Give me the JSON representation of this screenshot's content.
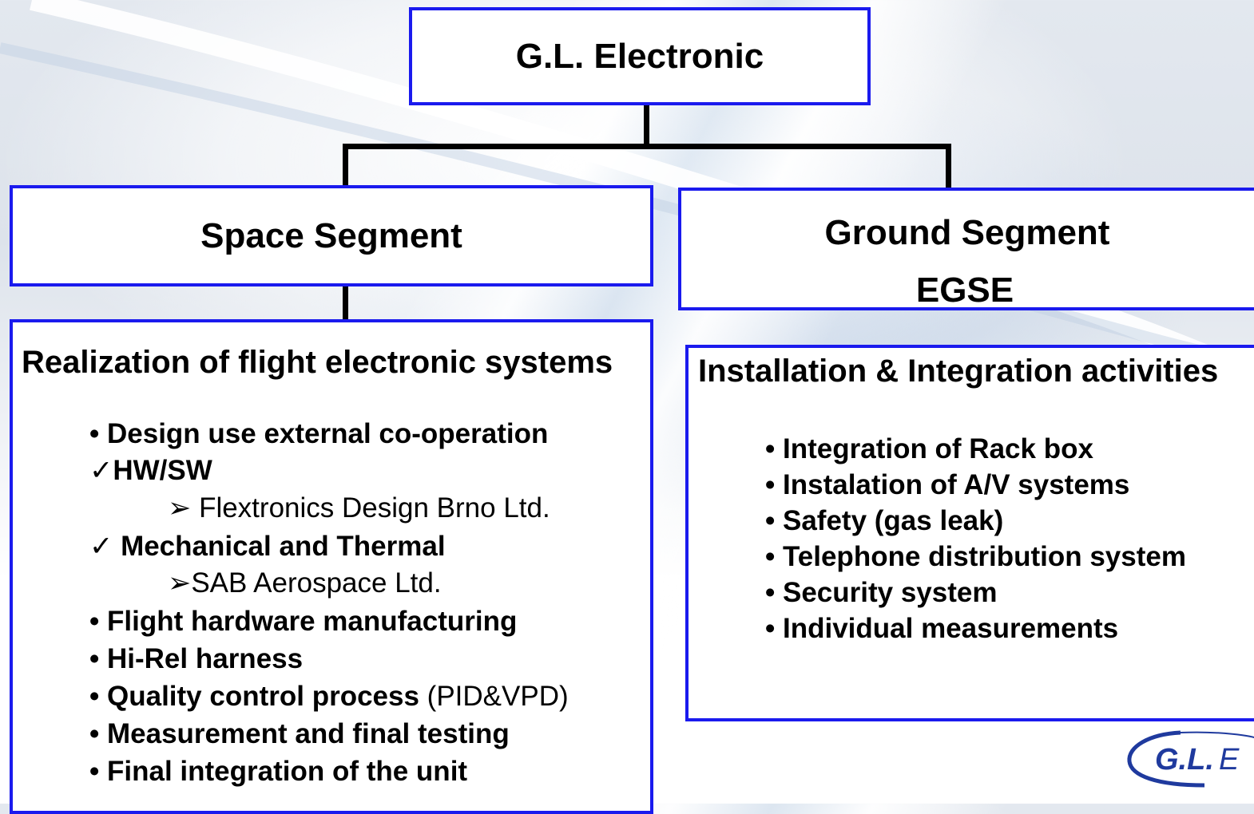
{
  "top": {
    "title": "G.L. Electronic"
  },
  "space": {
    "title": "Space Segment",
    "detail_title": "Realization of flight electronic systems",
    "items": {
      "design_bullet": "•",
      "design": "Design  use external co-operation",
      "hwsw_mark": "✓",
      "hwsw": "HW/SW",
      "flex_mark": "➢",
      "flex": "Flextronics Design Brno Ltd.",
      "mech_mark": "✓",
      "mech": "Mechanical and Thermal",
      "sab_mark": "➢",
      "sab": "SAB Aerospace Ltd.",
      "bullet": "•",
      "flight_hw": "Flight hardware manufacturing",
      "hirel": "Hi-Rel  harness",
      "qc": "Quality control process",
      "qc_suffix": "(PID&VPD)",
      "measure": "Measurement and final testing",
      "final": "Final integration of the unit"
    }
  },
  "ground": {
    "title_line1": "Ground Segment",
    "title_line2": "EGSE",
    "detail_title": "Installation & Integration activities",
    "bullet": "•",
    "items": [
      "Integration of Rack box",
      "Instalation of A/V systems",
      "Safety (gas leak)",
      "Telephone distribution system",
      "Security system",
      "Individual measurements"
    ]
  },
  "logo": {
    "text": "G.L.E"
  },
  "colors": {
    "box_border": "#1a1aee",
    "connector": "#000000",
    "logo_blue": "#1f3a9e"
  }
}
